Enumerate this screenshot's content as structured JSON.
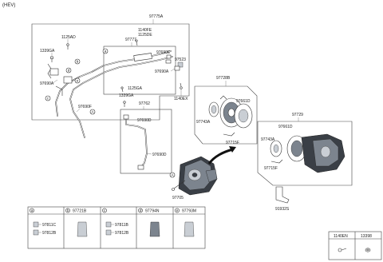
{
  "header": {
    "note": "(HEV)"
  },
  "labels": {
    "p97775A": "97775A",
    "p1140FE": "1140FE",
    "p1125DE": "1125DE",
    "p1125AD": "1125AD",
    "p97777": "97777",
    "p1339GA_a": "1339GA",
    "p97690E": "97690E",
    "p97523": "97523",
    "p97690A_r": "97690A",
    "p97690A_l": "97690A",
    "p1125GA": "1125GA",
    "p1339GA_b": "1339GA",
    "p1140EX": "1140EX",
    "p97690F": "97690F",
    "p97762": "97762",
    "p97690D_a": "97690D",
    "p97690D_b": "97690D",
    "p97705": "97705",
    "p97728B": "97728B",
    "p97661D_a": "97661D",
    "p97743A_a": "97743A",
    "p97715F_a": "97715F",
    "p97729": "97729",
    "p97661D_b": "97661D",
    "p97743A_b": "97743A",
    "p97715F_b": "97715F",
    "p91932S": "91932S"
  },
  "callouts": [
    "a",
    "b",
    "c",
    "d",
    "e",
    "A"
  ],
  "legend": {
    "cells": [
      {
        "letter": "a",
        "code": "",
        "parts": [
          "97811C",
          "97812B"
        ]
      },
      {
        "letter": "b",
        "code": "97721B",
        "parts": []
      },
      {
        "letter": "c",
        "code": "",
        "parts": [
          "97811B",
          "97812B"
        ]
      },
      {
        "letter": "d",
        "code": "97794N",
        "parts": []
      },
      {
        "letter": "e",
        "code": "97793M",
        "parts": []
      }
    ]
  },
  "small_table": {
    "col1": "1140EN",
    "col2": "13398"
  }
}
